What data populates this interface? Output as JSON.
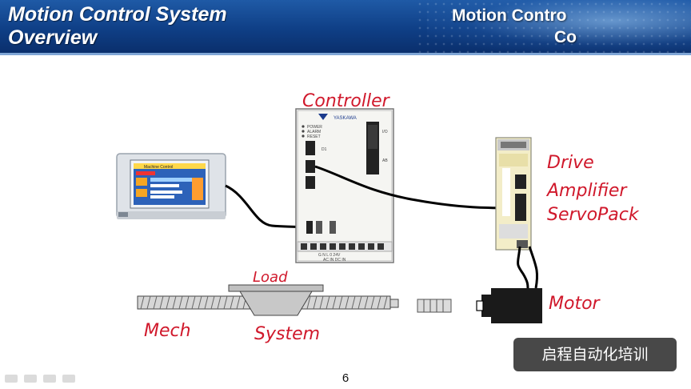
{
  "header": {
    "title_line1": "Motion Control System",
    "title_line2": "Overview",
    "subtitle_line1": "Motion Contro",
    "subtitle_line2": "Co"
  },
  "diagram": {
    "hmi_screen_title": "Machine Control",
    "controller_label": "Controller",
    "controller_brand": "YASKAWA",
    "controller_leds": [
      "POWER",
      "ALARM",
      "RESET"
    ],
    "controller_port_labels": {
      "p1": "D1",
      "io": "I/O",
      "ab": "AB"
    },
    "controller_terminal_labels": "G  N  L     0   24V",
    "controller_terminal_sub": "AC IN        DC IN",
    "drive_label_line1": "Drive",
    "drive_label_line2": "Amplifier",
    "drive_label_line3": "ServoPack",
    "load_label": "Load",
    "mech_label": "Mech",
    "system_label": "System",
    "motor_label": "Motor"
  },
  "watermark": "启程自动化培训",
  "page_number": "6",
  "colors": {
    "header_bg": "#0f3f86",
    "annotation_red": "#d0182b",
    "watermark_bg": "#282828"
  }
}
